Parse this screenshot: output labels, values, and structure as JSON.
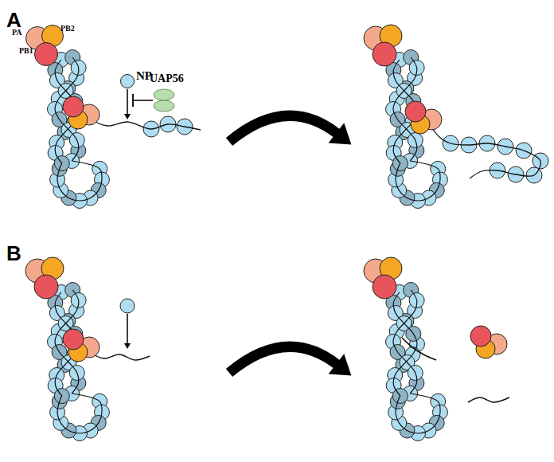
{
  "diagram": {
    "nodes": [
      {
        "text": [
          "PA"
        ]
      },
      {
        "text": [
          "PB2"
        ]
      },
      {
        "text": [
          "PB1"
        ]
      },
      {
        "text": [
          "NP"
        ]
      },
      {
        "text": [
          "UAP56"
        ]
      }
    ],
    "labels": [
      "A",
      "B"
    ]
  }
}
